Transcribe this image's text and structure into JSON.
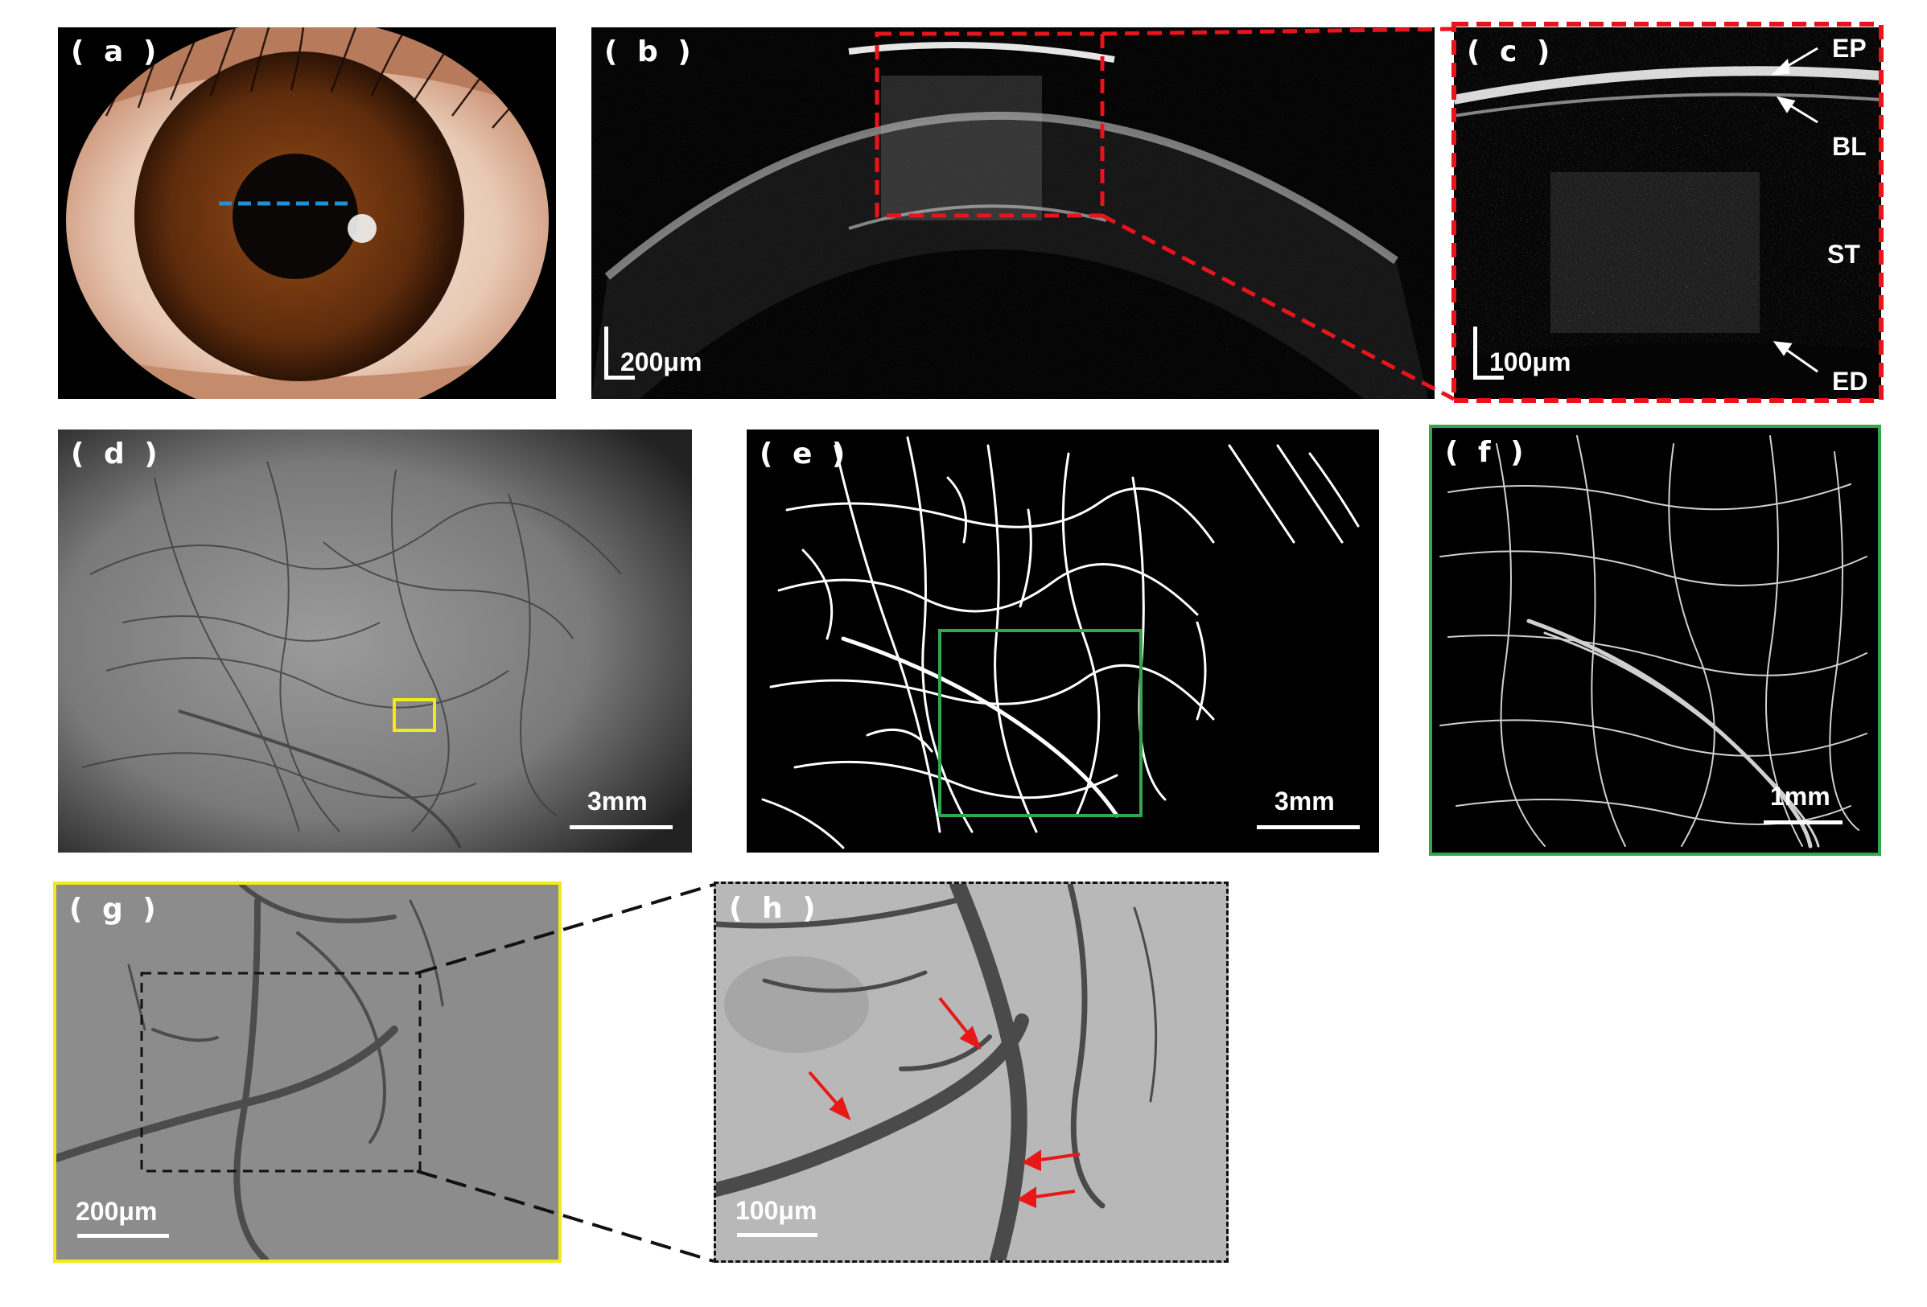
{
  "panels": {
    "a": {
      "label": "( a )"
    },
    "b": {
      "label": "( b )",
      "scale": "200μm"
    },
    "c": {
      "label": "( c )",
      "scale": "100μm",
      "layers": [
        "EP",
        "BL",
        "ST",
        "ED"
      ]
    },
    "d": {
      "label": "( d )",
      "scale": "3mm"
    },
    "e": {
      "label": "( e )",
      "scale": "3mm"
    },
    "f": {
      "label": "( f )",
      "scale": "1mm"
    },
    "g": {
      "label": "( g )",
      "scale": "200μm"
    },
    "h": {
      "label": "( h )",
      "scale": "100μm"
    }
  },
  "colors": {
    "zoom_red": "#e8141b",
    "zoom_green": "#2fa84f",
    "zoom_yellow": "#f2ea1a",
    "zoom_black": "#111111",
    "pupil_line": "#1e90d6",
    "arrow_red": "#e81818"
  }
}
